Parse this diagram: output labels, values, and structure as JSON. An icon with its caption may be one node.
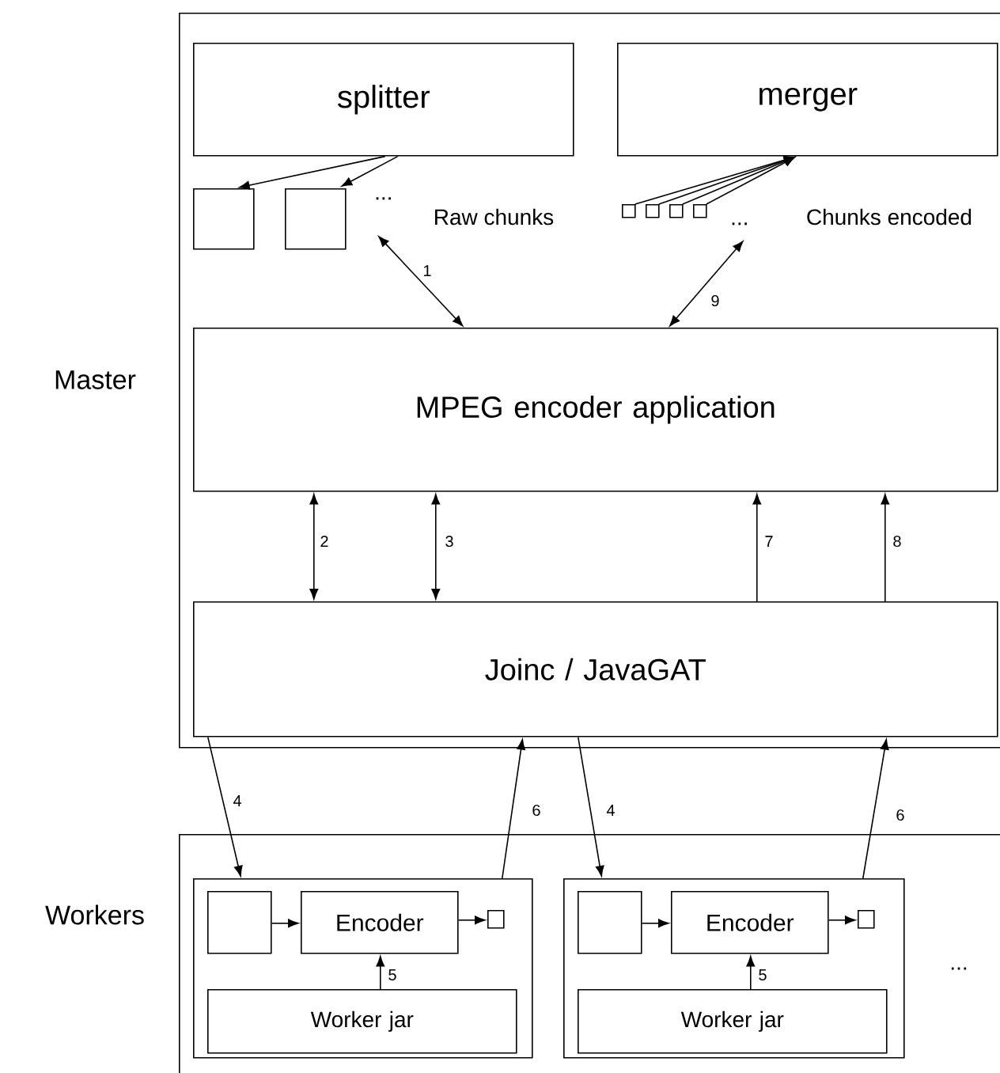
{
  "diagram": {
    "nodes": [
      {
        "text": [
          "Master"
        ]
      },
      {
        "text": [
          "splitter"
        ],
        "in": 0
      },
      {
        "text": [
          "merger"
        ],
        "in": 0
      },
      {
        "text": [],
        "shape": "box",
        "in": 0
      },
      {
        "text": [],
        "shape": "box",
        "in": 0
      },
      {
        "text": [],
        "shape": "box",
        "in": 0
      },
      {
        "text": [],
        "shape": "box",
        "in": 0
      },
      {
        "text": [],
        "shape": "box",
        "in": 0
      },
      {
        "text": [],
        "shape": "box",
        "in": 0
      },
      {
        "text": [
          "MPEG encoder application"
        ],
        "in": 0
      },
      {
        "text": [
          "Joinc / JavaGAT"
        ],
        "in": 0
      },
      {
        "text": [
          "Workers"
        ]
      },
      {
        "text": [],
        "shape": "box",
        "in": 11
      },
      {
        "text": [],
        "shape": "box",
        "in": 12
      },
      {
        "text": [
          "Encoder"
        ],
        "in": 12
      },
      {
        "text": [],
        "shape": "box",
        "in": 12
      },
      {
        "text": [
          "Worker jar"
        ],
        "in": 12
      },
      {
        "text": [],
        "shape": "box",
        "in": 11
      },
      {
        "text": [],
        "shape": "box",
        "in": 17
      },
      {
        "text": [
          "Encoder"
        ],
        "in": 17
      },
      {
        "text": [],
        "shape": "box",
        "in": 17
      },
      {
        "text": [
          "Worker jar"
        ],
        "in": 17
      },
      {
        "text": [
          "..."
        ],
        "in": 0
      },
      {
        "text": [
          "..."
        ],
        "in": 0
      }
    ],
    "edges": [
      {
        "from": 1,
        "to": 3,
        "arrow": "to"
      },
      {
        "from": 1,
        "to": 4,
        "arrow": "to"
      },
      {
        "from": 5,
        "to": 2,
        "arrow": "to"
      },
      {
        "from": 6,
        "to": 2,
        "arrow": "to"
      },
      {
        "from": 7,
        "to": 2,
        "arrow": "to"
      },
      {
        "from": 8,
        "to": 2,
        "arrow": "to"
      },
      {
        "from": 22,
        "to": 9,
        "arrow": "both",
        "label": "1"
      },
      {
        "from": 23,
        "to": 9,
        "arrow": "both",
        "label": "9"
      },
      {
        "from": 9,
        "to": 10,
        "arrow": "both",
        "label": "2"
      },
      {
        "from": 9,
        "to": 10,
        "arrow": "both",
        "label": "3"
      },
      {
        "from": 10,
        "to": 9,
        "arrow": "to",
        "label": "7"
      },
      {
        "from": 10,
        "to": 9,
        "arrow": "to",
        "label": "8"
      },
      {
        "from": 10,
        "to": 12,
        "arrow": "to",
        "label": "4"
      },
      {
        "from": 12,
        "to": 10,
        "arrow": "to",
        "label": "6"
      },
      {
        "from": 10,
        "to": 17,
        "arrow": "to",
        "label": "4"
      },
      {
        "from": 17,
        "to": 10,
        "arrow": "to",
        "label": "6"
      },
      {
        "from": 13,
        "to": 14,
        "arrow": "to"
      },
      {
        "from": 14,
        "to": 15,
        "arrow": "to"
      },
      {
        "from": 16,
        "to": 14,
        "arrow": "to",
        "label": "5"
      },
      {
        "from": 18,
        "to": 19,
        "arrow": "to"
      },
      {
        "from": 19,
        "to": 20,
        "arrow": "to"
      },
      {
        "from": 21,
        "to": 19,
        "arrow": "to",
        "label": "5"
      }
    ],
    "labels": [
      "Raw chunks",
      "Chunks encoded",
      "..."
    ]
  }
}
